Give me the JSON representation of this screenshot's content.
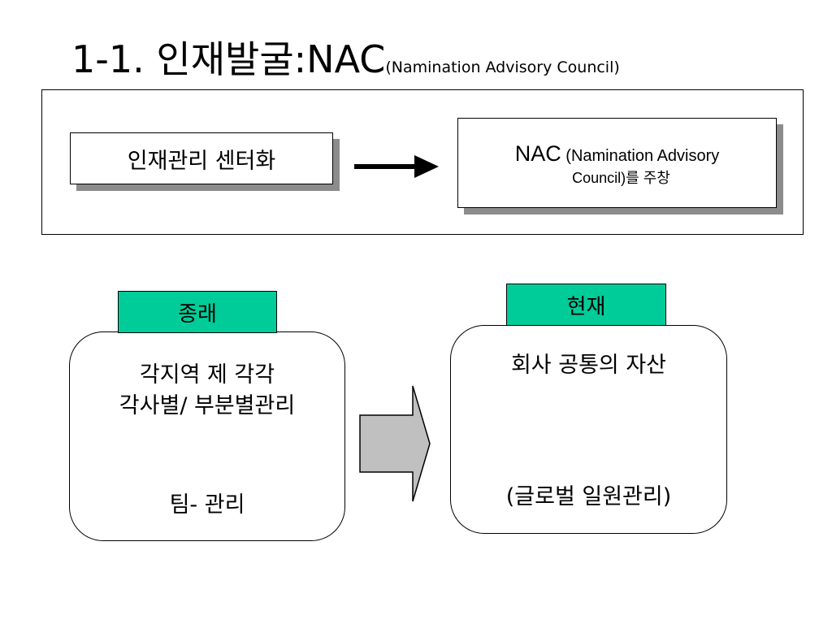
{
  "title": {
    "main": "1-1. 인재발굴:NAC",
    "sub": "(Namination Advisory Council)"
  },
  "top_section": {
    "left_box": "인재관리 센터화",
    "right_box": {
      "line1_main": "NAC",
      "line1_rest": " (Namination Advisory",
      "line2": "Council)를 주창"
    }
  },
  "comparison": {
    "before": {
      "tag": "종래",
      "line1": "각지역 제 각각",
      "line2": "각사별/ 부분별관리",
      "line3": "팀- 관리"
    },
    "after": {
      "tag": "현재",
      "line1": "회사 공통의 자산",
      "line2": "(글로벌 일원관리)"
    }
  },
  "colors": {
    "tag_fill": "#00cc99",
    "shadow": "#8c8c8c",
    "block_arrow_fill": "#c0c0c0"
  },
  "icons": {
    "top_arrow": "right-arrow-icon",
    "block_arrow": "block-right-arrow-icon"
  }
}
